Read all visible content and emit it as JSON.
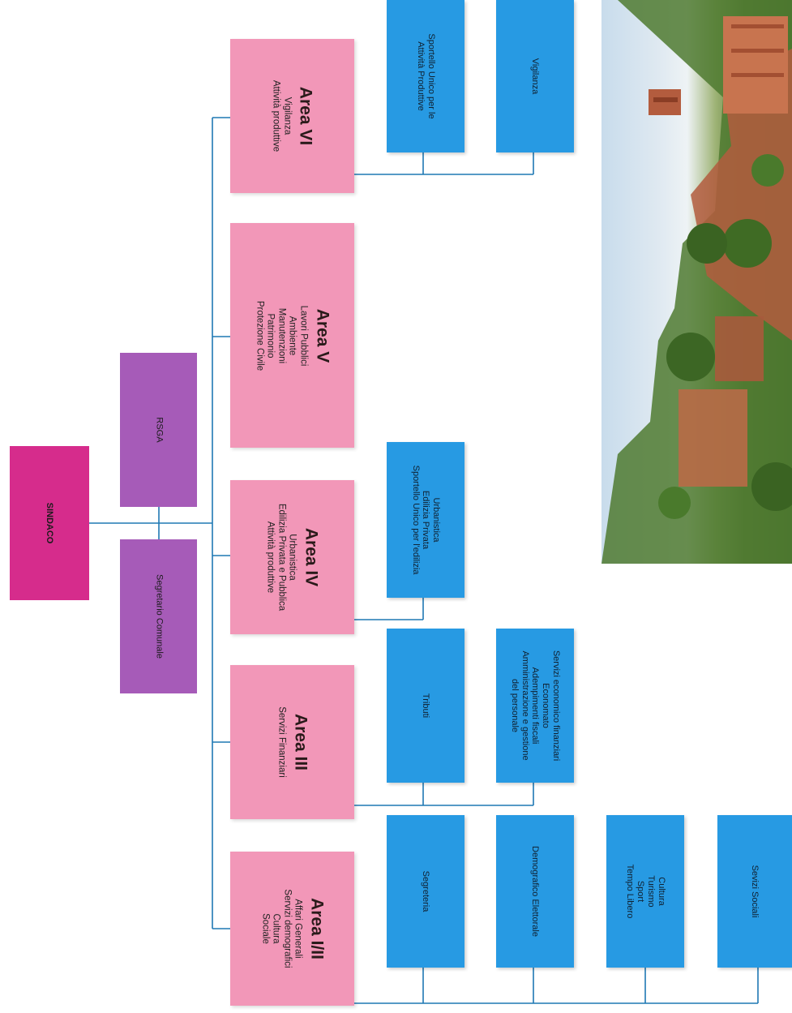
{
  "top": {
    "sindaco": "SINDACO",
    "segretario": "Segretario Comunale",
    "rsga": "RSGA"
  },
  "areas": [
    {
      "title": "Area I/II",
      "lines": [
        "Affari Generali",
        "Servizi demografici",
        "Cultura",
        "Sociale"
      ]
    },
    {
      "title": "Area III",
      "lines": [
        "Servizi Finanziari"
      ]
    },
    {
      "title": "Area IV",
      "lines": [
        "Urbanistica",
        "Edilizia Privata e Pubblica",
        "Attività produttive"
      ]
    },
    {
      "title": "Area V",
      "lines": [
        "Lavori Pubblici",
        "Ambiente",
        "Manutenzioni",
        "Patrimonio",
        "Protezione Civile"
      ]
    },
    {
      "title": "Area VI",
      "lines": [
        "Vigilanza",
        "Attività produttive"
      ]
    }
  ],
  "services": {
    "area1": [
      {
        "lines": [
          "Segreteria"
        ]
      },
      {
        "lines": [
          "Demografico Elettorale"
        ]
      },
      {
        "lines": [
          "Cultura",
          "Turismo",
          "Sport",
          "Tempo Libero"
        ]
      },
      {
        "lines": [
          "Sevizi Sociali"
        ]
      }
    ],
    "area3": [
      {
        "lines": [
          "Tributi"
        ]
      },
      {
        "lines": [
          "Servizi economico finanziari",
          "Economato",
          "Adempimenti fiscali",
          "Amministrazione e gestione",
          "del personale"
        ]
      }
    ],
    "area4": [
      {
        "lines": [
          "Urbanistica",
          "Edilizia Privata",
          "Sportello Unico per l'edilizia"
        ]
      }
    ],
    "area6": [
      {
        "lines": [
          "Sportello Unico per le",
          "Attività Produttive"
        ]
      },
      {
        "lines": [
          "Vigilanza"
        ]
      }
    ]
  },
  "colors": {
    "sindaco": "#d62c8c",
    "organ": "#a65bb8",
    "area": "#f297b8",
    "service": "#279ae3",
    "connector": "#1f78b4"
  }
}
